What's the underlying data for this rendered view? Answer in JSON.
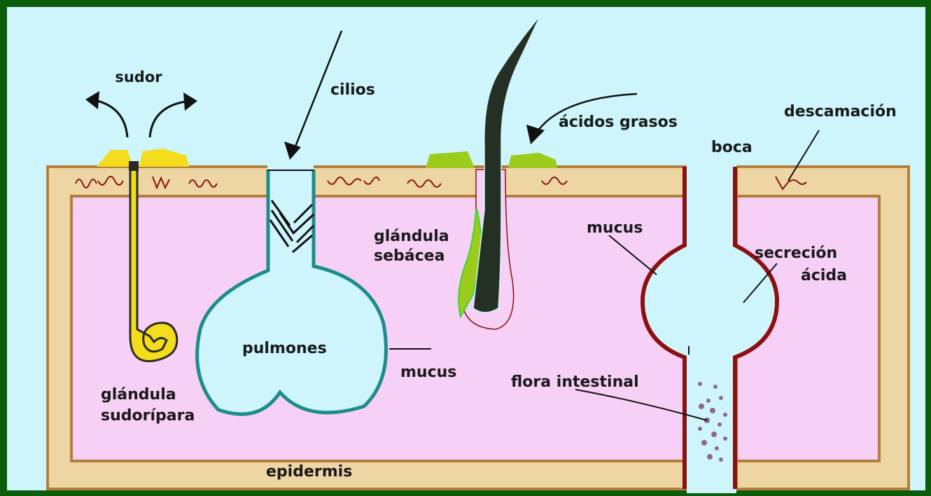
{
  "labels": {
    "sudor": "sudor",
    "cilios": "cilios",
    "acidos_grasos": "ácidos grasos",
    "descamacion": "descamación",
    "boca": "boca",
    "glandula_sebacea_1": "glándula",
    "glandula_sebacea_2": "sebácea",
    "mucus_gut": "mucus",
    "secrecion_1": "secreción",
    "secrecion_2": "ácida",
    "pulmones": "pulmones",
    "mucus_lung": "mucus",
    "flora": "flora intestinal",
    "glandula_sudoripara_1": "glándula",
    "glandula_sudoripara_2": "sudorípara",
    "epidermis": "epidermis"
  },
  "colors": {
    "frame": "#0b5d0b",
    "background": "#cdf5fb",
    "skin": "#edd6a3",
    "skin_border": "#b47f3c",
    "tissue": "#f7d0f5",
    "sweat": "#f2dc1b",
    "sebum": "#9ccc1b",
    "hair": "#233023",
    "lung": "#1e8c8c",
    "gut": "#8c1010",
    "flora": "#8f6a8c"
  }
}
